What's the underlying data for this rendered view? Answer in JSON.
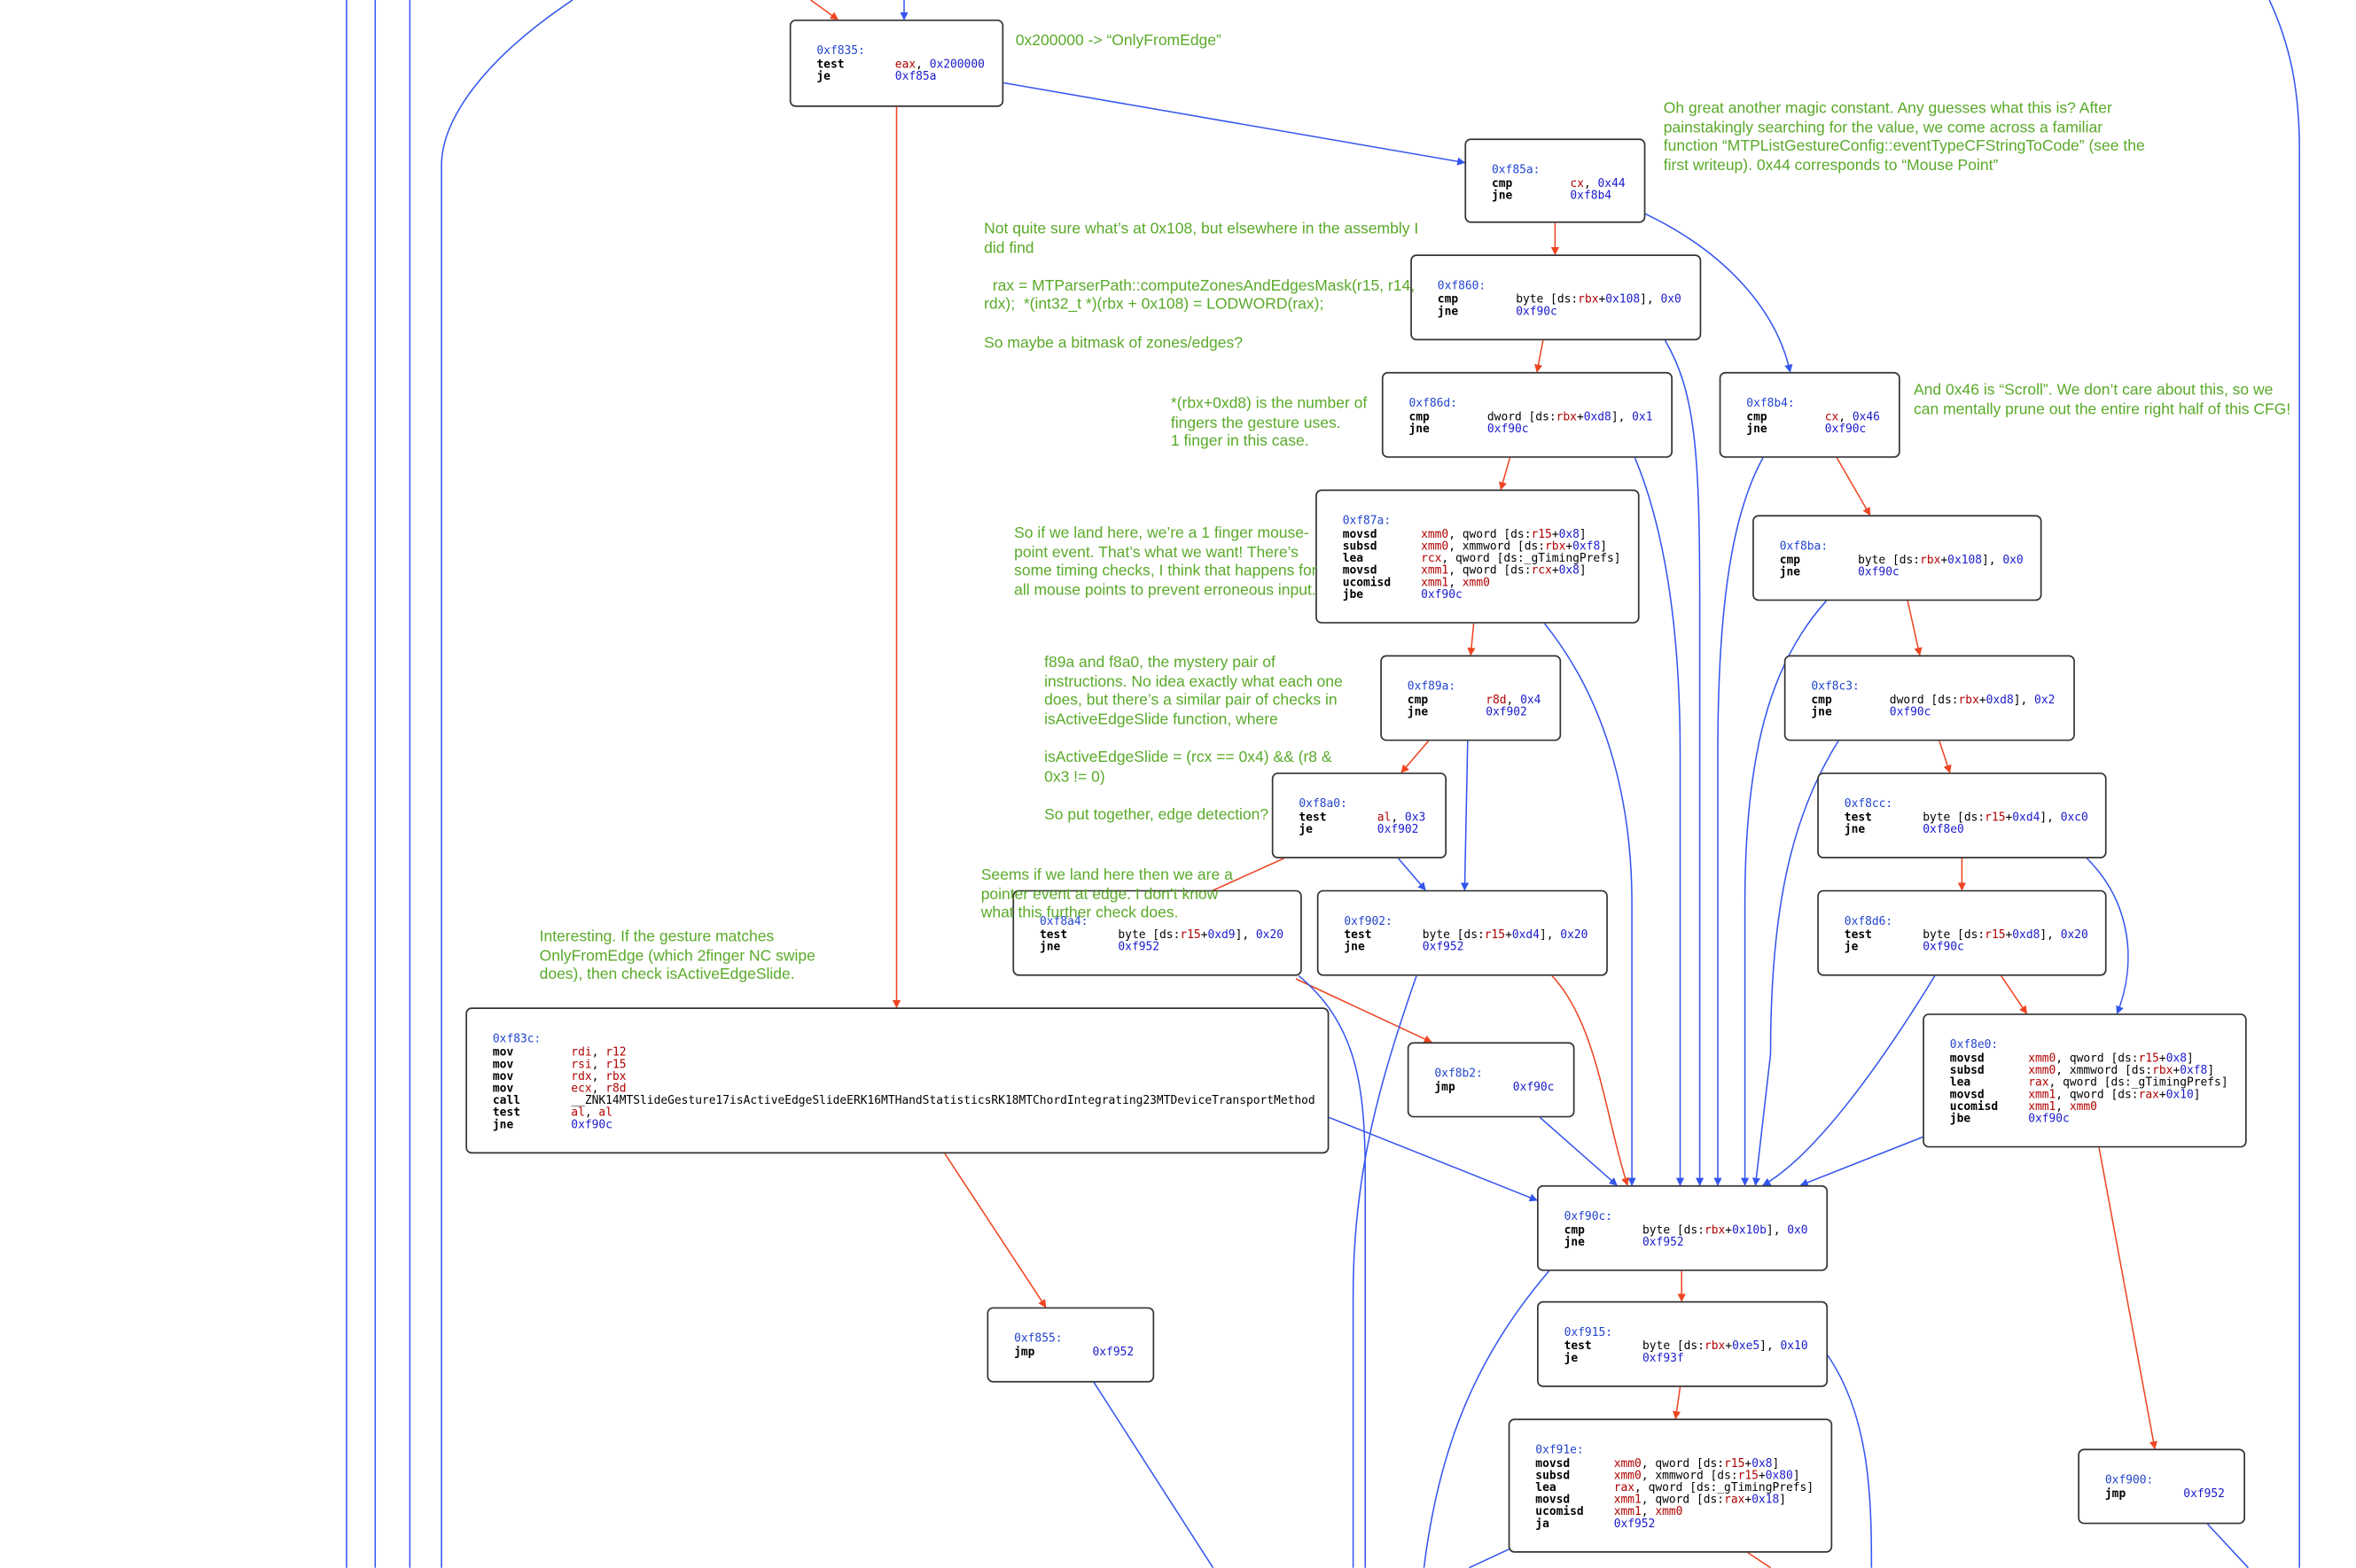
{
  "colors": {
    "true_edge": "#3355ee",
    "false_edge": "#ee4422",
    "annotation": "#5aaa2a",
    "address": "#2244cc",
    "register": "#b00000",
    "immediate": "#1a1acc"
  },
  "nodes": {
    "n835": {
      "addr": "0xf835:",
      "lines": [
        [
          "test",
          "eax, 0x200000"
        ],
        [
          "je",
          "0xf85a"
        ]
      ]
    },
    "n85a": {
      "addr": "0xf85a:",
      "lines": [
        [
          "cmp",
          "cx, 0x44"
        ],
        [
          "jne",
          "0xf8b4"
        ]
      ]
    },
    "n860": {
      "addr": "0xf860:",
      "lines": [
        [
          "cmp",
          "byte [ds:rbx+0x108], 0x0"
        ],
        [
          "jne",
          "0xf90c"
        ]
      ]
    },
    "n86d": {
      "addr": "0xf86d:",
      "lines": [
        [
          "cmp",
          "dword [ds:rbx+0xd8], 0x1"
        ],
        [
          "jne",
          "0xf90c"
        ]
      ]
    },
    "n8b4": {
      "addr": "0xf8b4:",
      "lines": [
        [
          "cmp",
          "cx, 0x46"
        ],
        [
          "jne",
          "0xf90c"
        ]
      ]
    },
    "n87a": {
      "addr": "0xf87a:",
      "lines": [
        [
          "movsd",
          "xmm0, qword [ds:r15+0x8]"
        ],
        [
          "subsd",
          "xmm0, xmmword [ds:rbx+0xf8]"
        ],
        [
          "lea",
          "rcx, qword [ds:_gTimingPrefs]"
        ],
        [
          "movsd",
          "xmm1, qword [ds:rcx+0x8]"
        ],
        [
          "ucomisd",
          "xmm1, xmm0"
        ],
        [
          "jbe",
          "0xf90c"
        ]
      ]
    },
    "n8ba": {
      "addr": "0xf8ba:",
      "lines": [
        [
          "cmp",
          "byte [ds:rbx+0x108], 0x0"
        ],
        [
          "jne",
          "0xf90c"
        ]
      ]
    },
    "n89a": {
      "addr": "0xf89a:",
      "lines": [
        [
          "cmp",
          "r8d, 0x4"
        ],
        [
          "jne",
          "0xf902"
        ]
      ]
    },
    "n8c3": {
      "addr": "0xf8c3:",
      "lines": [
        [
          "cmp",
          "dword [ds:rbx+0xd8], 0x2"
        ],
        [
          "jne",
          "0xf90c"
        ]
      ]
    },
    "n8a0": {
      "addr": "0xf8a0:",
      "lines": [
        [
          "test",
          "al, 0x3"
        ],
        [
          "je",
          "0xf902"
        ]
      ]
    },
    "n8cc": {
      "addr": "0xf8cc:",
      "lines": [
        [
          "test",
          "byte [ds:r15+0xd4], 0xc0"
        ],
        [
          "jne",
          "0xf8e0"
        ]
      ]
    },
    "n8a4": {
      "addr": "0xf8a4:",
      "lines": [
        [
          "test",
          "byte [ds:r15+0xd9], 0x20"
        ],
        [
          "jne",
          "0xf952"
        ]
      ]
    },
    "n902": {
      "addr": "0xf902:",
      "lines": [
        [
          "test",
          "byte [ds:r15+0xd4], 0x20"
        ],
        [
          "jne",
          "0xf952"
        ]
      ]
    },
    "n8d6": {
      "addr": "0xf8d6:",
      "lines": [
        [
          "test",
          "byte [ds:r15+0xd8], 0x20"
        ],
        [
          "je",
          "0xf90c"
        ]
      ]
    },
    "n83c": {
      "addr": "0xf83c:",
      "lines": [
        [
          "mov",
          "rdi, r12"
        ],
        [
          "mov",
          "rsi, r15"
        ],
        [
          "mov",
          "rdx, rbx"
        ],
        [
          "mov",
          "ecx, r8d"
        ],
        [
          "call",
          "__ZNK14MTSlideGesture17isActiveEdgeSlideERK16MTHandStatisticsRK18MTChordIntegrating23MTDeviceTransportMethod"
        ],
        [
          "test",
          "al, al"
        ],
        [
          "jne",
          "0xf90c"
        ]
      ]
    },
    "n8b2": {
      "addr": "0xf8b2:",
      "lines": [
        [
          "jmp",
          "0xf90c"
        ]
      ]
    },
    "n8e0": {
      "addr": "0xf8e0:",
      "lines": [
        [
          "movsd",
          "xmm0, qword [ds:r15+0x8]"
        ],
        [
          "subsd",
          "xmm0, xmmword [ds:rbx+0xf8]"
        ],
        [
          "lea",
          "rax, qword [ds:_gTimingPrefs]"
        ],
        [
          "movsd",
          "xmm1, qword [ds:rax+0x10]"
        ],
        [
          "ucomisd",
          "xmm1, xmm0"
        ],
        [
          "jbe",
          "0xf90c"
        ]
      ]
    },
    "n90c": {
      "addr": "0xf90c:",
      "lines": [
        [
          "cmp",
          "byte [ds:rbx+0x10b], 0x0"
        ],
        [
          "jne",
          "0xf952"
        ]
      ]
    },
    "n855": {
      "addr": "0xf855:",
      "lines": [
        [
          "jmp",
          "0xf952"
        ]
      ]
    },
    "n915": {
      "addr": "0xf915:",
      "lines": [
        [
          "test",
          "byte [ds:rbx+0xe5], 0x10"
        ],
        [
          "je",
          "0xf93f"
        ]
      ]
    },
    "n91e": {
      "addr": "0xf91e:",
      "lines": [
        [
          "movsd",
          "xmm0, qword [ds:r15+0x8]"
        ],
        [
          "subsd",
          "xmm0, xmmword [ds:r15+0x80]"
        ],
        [
          "lea",
          "rax, qword [ds:_gTimingPrefs]"
        ],
        [
          "movsd",
          "xmm1, qword [ds:rax+0x18]"
        ],
        [
          "ucomisd",
          "xmm1, xmm0"
        ],
        [
          "ja",
          "0xf952"
        ]
      ]
    },
    "n900": {
      "addr": "0xf900:",
      "lines": [
        [
          "jmp",
          "0xf952"
        ]
      ]
    }
  },
  "annotations": {
    "a1": "0x200000 -> “OnlyFromEdge”",
    "a2": "Oh great another magic constant. Any guesses what this is? After\npainstakingly searching for the value, we come across a familiar\nfunction “MTPListGestureConfig::eventTypeCFStringToCode” (see the\nfirst writeup). 0x44 corresponds to “Mouse Point”",
    "a3": "Not quite sure what’s at 0x108, but elsewhere in the assembly I\ndid find\n\n  rax = MTParserPath::computeZonesAndEdgesMask(r15, r14,\nrdx);  *(int32_t *)(rbx + 0x108) = LODWORD(rax);\n\nSo maybe a bitmask of zones/edges?",
    "a4": "*(rbx+0xd8) is the number of\nfingers the gesture uses.\n1 finger in this case.",
    "a5": "And 0x46 is “Scroll”. We don’t care about this, so we\ncan mentally prune out the entire right half of this CFG!",
    "a6": "So if we land here, we’re a 1 finger mouse-\npoint event. That’s what we want! There’s\nsome timing checks, I think that happens for\nall mouse points to prevent erroneous input.",
    "a7": "f89a and f8a0, the mystery pair of\ninstructions. No idea exactly what each one\ndoes, but there’s a similar pair of checks in\nisActiveEdgeSlide function, where\n\nisActiveEdgeSlide = (rcx == 0x4) && (r8 &\n0x3 != 0)\n\nSo put together, edge detection?",
    "a8": "Seems if we land here then we are a\npointer event at edge. I don’t know\nwhat this further check does.",
    "a9": "Interesting. If the gesture matches\nOnlyFromEdge (which 2finger NC swipe\ndoes), then check isActiveEdgeSlide."
  }
}
